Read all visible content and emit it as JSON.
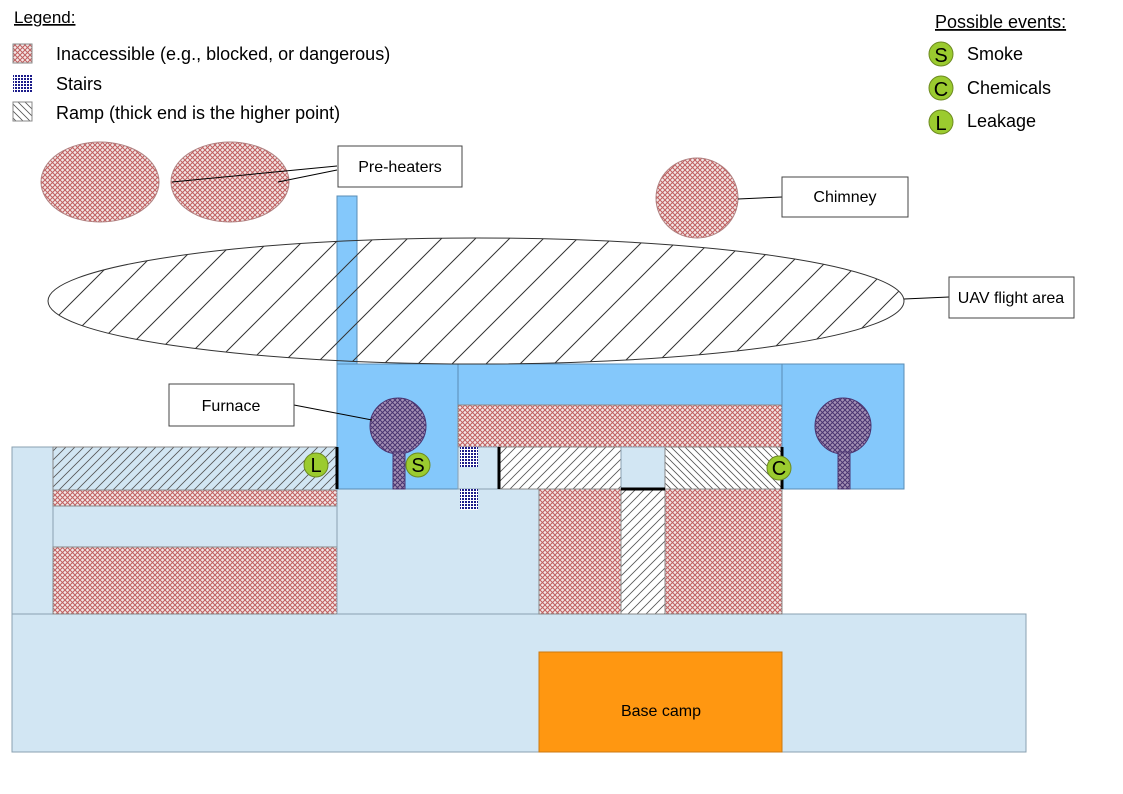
{
  "legend": {
    "title": "Legend:",
    "items": [
      {
        "label": "Inaccessible (e.g., blocked, or dangerous)",
        "pattern": "inaccessible"
      },
      {
        "label": "Stairs",
        "pattern": "stairs"
      },
      {
        "label": "Ramp (thick end is the higher point)",
        "pattern": "ramp"
      }
    ]
  },
  "events": {
    "title": "Possible events:",
    "items": [
      {
        "letter": "S",
        "label": "Smoke"
      },
      {
        "letter": "C",
        "label": "Chemicals"
      },
      {
        "letter": "L",
        "label": "Leakage"
      }
    ]
  },
  "callouts": {
    "preheaters": "Pre-heaters",
    "chimney": "Chimney",
    "uav": "UAV flight area",
    "furnace": "Furnace",
    "base_camp": "Base camp"
  },
  "map_markers": {
    "leakage": "L",
    "smoke": "S",
    "chemicals": "C"
  },
  "colors": {
    "floor_light": "#d2e6f3",
    "floor_blue": "#84c8fb",
    "base_camp": "#ff9711",
    "hatch_red": "#c06060",
    "hatch_red_bg": "#f3e7e7",
    "stairs": "#1c1c8a",
    "event_marker": "#9bcb2f",
    "ramp_line": "#444444",
    "dome": "#6a4f8a"
  }
}
